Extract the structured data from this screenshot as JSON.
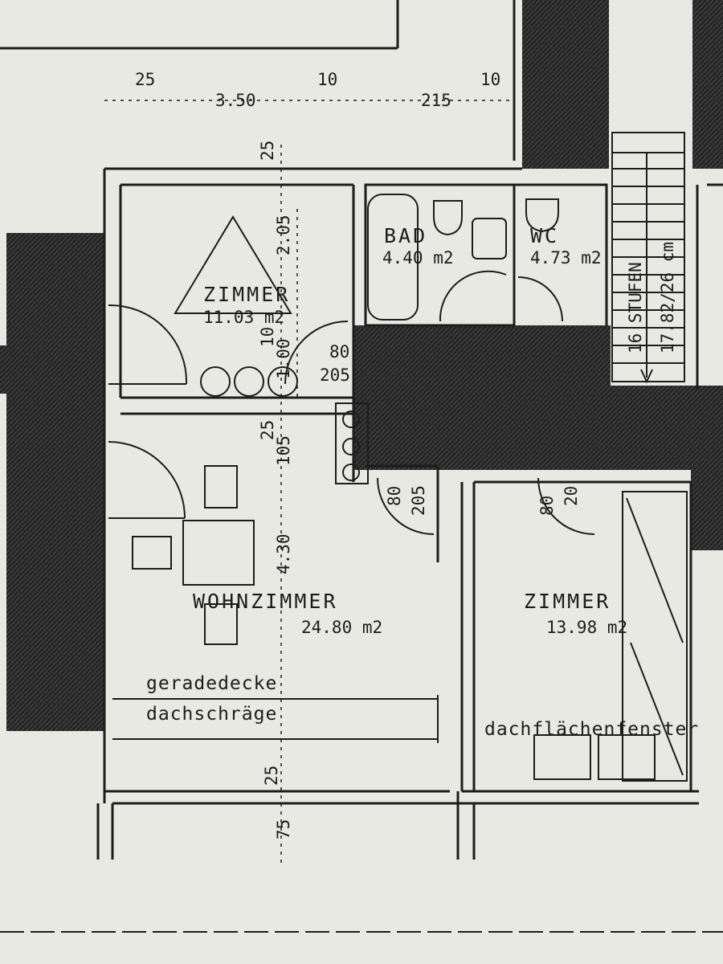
{
  "dimensions": {
    "top_25": "25",
    "top_350": "3.50",
    "top_10a": "10",
    "top_215": "215",
    "top_10b": "10",
    "v_25_top": "25",
    "v_205": "2.05",
    "v_10": "10",
    "v_100": "1.00",
    "v_80a": "80",
    "v_205b": "205",
    "v_25_mid": "25",
    "v_105": "105",
    "v_430": "4.30",
    "v_80b": "80",
    "v_205c": "205",
    "v_80c": "80",
    "v_20": "20",
    "v_25_bottom": "25",
    "v_75": "75"
  },
  "rooms": {
    "zimmer_top": {
      "name": "ZIMMER",
      "area": "11.03 m2"
    },
    "bad": {
      "name": "BAD",
      "area": "4.40 m2"
    },
    "wc": {
      "name": "WC",
      "area": "4.73 m2"
    },
    "wohnzimmer": {
      "name": "WOHNZIMMER",
      "area": "24.80 m2"
    },
    "zimmer_right": {
      "name": "ZIMMER",
      "area": "13.98 m2"
    }
  },
  "stairs": {
    "label": "16 STUFEN",
    "spec": "17.82/26 cm"
  },
  "notes": {
    "gerade_decke": "geradedecke",
    "dachschraege": "dachschräge",
    "dachflaechenfenster": "dachflächenfenster"
  },
  "colors": {
    "paper": "#e9e9e4",
    "ink": "#1c1c1c",
    "hatch": "#222222"
  }
}
